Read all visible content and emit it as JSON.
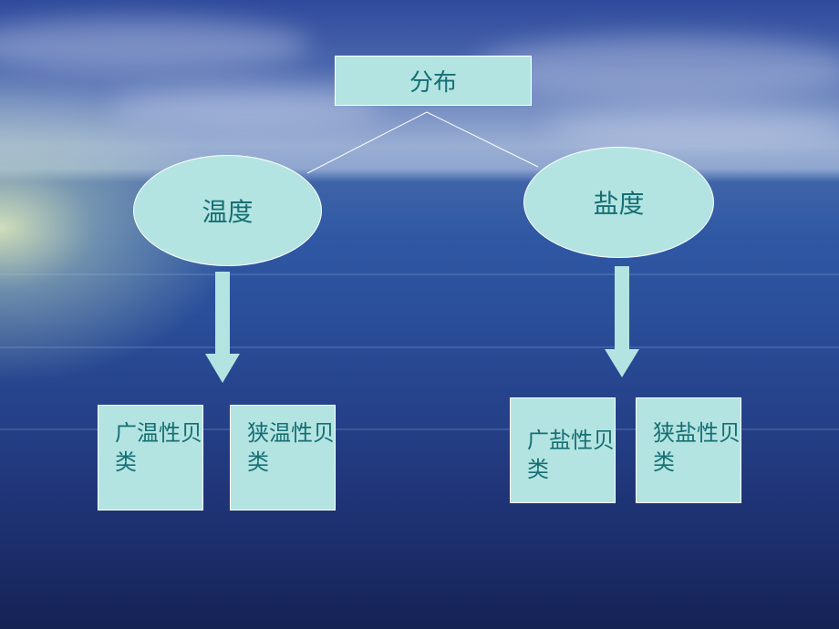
{
  "diagram": {
    "root": {
      "label": "分布"
    },
    "branches": [
      {
        "label": "温度",
        "children": [
          {
            "label": "广温性贝类"
          },
          {
            "label": "狭温性贝类"
          }
        ]
      },
      {
        "label": "盐度",
        "children": [
          {
            "label": "广盐性贝类"
          },
          {
            "label": "狭盐性贝类"
          }
        ]
      }
    ]
  },
  "colors": {
    "node_fill": "#b4e4e2",
    "node_text": "#156f73",
    "arrow": "#b4e4e2",
    "connector_line": "#ffffff"
  }
}
